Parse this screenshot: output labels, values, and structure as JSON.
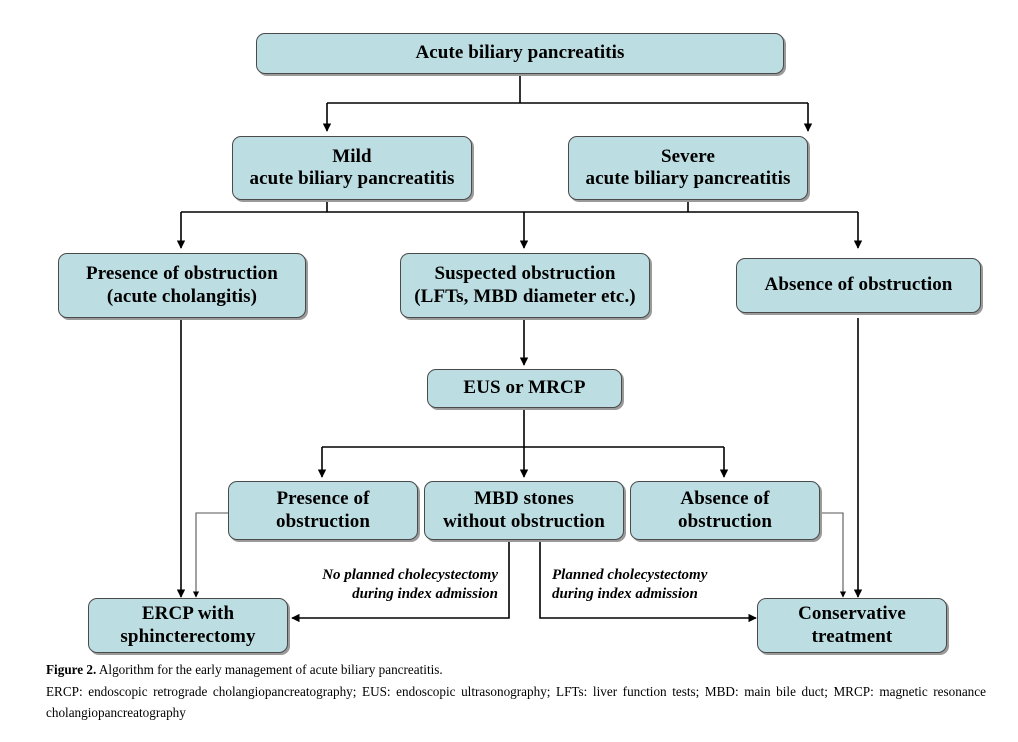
{
  "figure": {
    "caption_label": "Figure 2.",
    "caption_text": " Algorithm for the early management of acute biliary pancreatitis.",
    "abbreviations": "ERCP: endoscopic retrograde cholangiopancreatography; EUS: endoscopic ultrasonography; LFTs: liver function tests; MBD: main bile duct; MRCP: magnetic resonance cholangiopancreatography"
  },
  "style": {
    "node_fill": "#bcdde1",
    "node_border": "#4a4a4a",
    "node_shadow": "#9a9a9a",
    "edge_color": "#000000",
    "background": "#ffffff"
  },
  "chart_data": {
    "type": "diagram",
    "title": "Algorithm for the early management of acute biliary pancreatitis",
    "nodes": [
      {
        "id": "root",
        "label_lines": [
          "Acute biliary pancreatitis"
        ]
      },
      {
        "id": "mild",
        "label_lines": [
          "Mild",
          "acute biliary pancreatitis"
        ]
      },
      {
        "id": "severe",
        "label_lines": [
          "Severe",
          "acute biliary pancreatitis"
        ]
      },
      {
        "id": "presence1",
        "label_lines": [
          "Presence of obstruction",
          "(acute cholangitis)"
        ]
      },
      {
        "id": "suspected",
        "label_lines": [
          "Suspected obstruction",
          "(LFTs, MBD diameter etc.)"
        ]
      },
      {
        "id": "absence1",
        "label_lines": [
          "Absence of obstruction"
        ]
      },
      {
        "id": "eus",
        "label_lines": [
          "EUS or MRCP"
        ]
      },
      {
        "id": "presence2",
        "label_lines": [
          "Presence of",
          "obstruction"
        ]
      },
      {
        "id": "mbdstones",
        "label_lines": [
          "MBD stones",
          "without obstruction"
        ]
      },
      {
        "id": "absence2",
        "label_lines": [
          "Absence of",
          "obstruction"
        ]
      },
      {
        "id": "ercp",
        "label_lines": [
          "ERCP with",
          "sphincterectomy"
        ]
      },
      {
        "id": "conservative",
        "label_lines": [
          "Conservative",
          "treatment"
        ]
      }
    ],
    "edges": [
      {
        "from": "root",
        "to": "mild",
        "label": ""
      },
      {
        "from": "root",
        "to": "severe",
        "label": ""
      },
      {
        "from": "mild",
        "to": "presence1",
        "label": ""
      },
      {
        "from": "mild",
        "to": "suspected",
        "label": ""
      },
      {
        "from": "severe",
        "to": "suspected",
        "label": ""
      },
      {
        "from": "severe",
        "to": "absence1",
        "label": ""
      },
      {
        "from": "suspected",
        "to": "eus",
        "label": ""
      },
      {
        "from": "eus",
        "to": "presence2",
        "label": ""
      },
      {
        "from": "eus",
        "to": "mbdstones",
        "label": ""
      },
      {
        "from": "eus",
        "to": "absence2",
        "label": ""
      },
      {
        "from": "presence1",
        "to": "ercp",
        "label": ""
      },
      {
        "from": "presence2",
        "to": "ercp",
        "label": ""
      },
      {
        "from": "mbdstones",
        "to": "ercp",
        "label": "No planned cholecystectomy during index admission"
      },
      {
        "from": "mbdstones",
        "to": "conservative",
        "label": "Planned cholecystectomy during index admission"
      },
      {
        "from": "absence1",
        "to": "conservative",
        "label": ""
      },
      {
        "from": "absence2",
        "to": "conservative",
        "label": ""
      }
    ]
  },
  "nodes": {
    "root": {
      "line1": "Acute biliary pancreatitis"
    },
    "mild": {
      "line1": "Mild",
      "line2": "acute biliary pancreatitis"
    },
    "severe": {
      "line1": "Severe",
      "line2": "acute biliary pancreatitis"
    },
    "presence1": {
      "line1": "Presence of obstruction",
      "line2": "(acute cholangitis)"
    },
    "suspected": {
      "line1": "Suspected obstruction",
      "line2": "(LFTs, MBD diameter etc.)"
    },
    "absence1": {
      "line1": "Absence of obstruction"
    },
    "eus": {
      "line1": "EUS or MRCP"
    },
    "presence2": {
      "line1": "Presence of",
      "line2": "obstruction"
    },
    "mbdstones": {
      "line1": "MBD stones",
      "line2": "without obstruction"
    },
    "absence2": {
      "line1": "Absence of",
      "line2": "obstruction"
    },
    "ercp": {
      "line1": "ERCP with",
      "line2": "sphincterectomy"
    },
    "conservative": {
      "line1": "Conservative",
      "line2": "treatment"
    }
  },
  "edge_labels": {
    "no_planned": {
      "line1": "No planned cholecystectomy",
      "line2": "during index admission"
    },
    "planned": {
      "line1": "Planned cholecystectomy",
      "line2": "during index admission"
    }
  }
}
